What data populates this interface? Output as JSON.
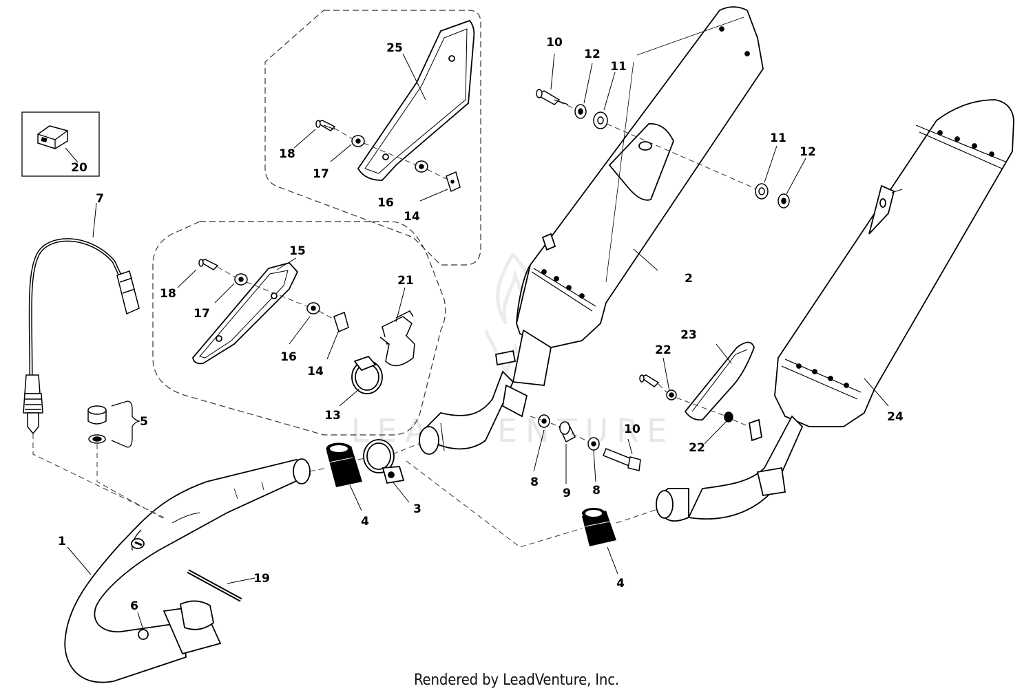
{
  "watermark": "LEADVENTURE",
  "credit": "Rendered by LeadVenture, Inc.",
  "callouts": {
    "c1": "1",
    "c2": "2",
    "c3": "3",
    "c4a": "4",
    "c4b": "4",
    "c5": "5",
    "c6": "6",
    "c7": "7",
    "c8a": "8",
    "c8b": "8",
    "c9": "9",
    "c10a": "10",
    "c10b": "10",
    "c11a": "11",
    "c11b": "11",
    "c12a": "12",
    "c12b": "12",
    "c13": "13",
    "c14a": "14",
    "c14b": "14",
    "c15": "15",
    "c16a": "16",
    "c16b": "16",
    "c17a": "17",
    "c17b": "17",
    "c18a": "18",
    "c18b": "18",
    "c19": "19",
    "c20": "20",
    "c21": "21",
    "c22a": "22",
    "c22b": "22",
    "c23": "23",
    "c24": "24",
    "c25": "25"
  }
}
